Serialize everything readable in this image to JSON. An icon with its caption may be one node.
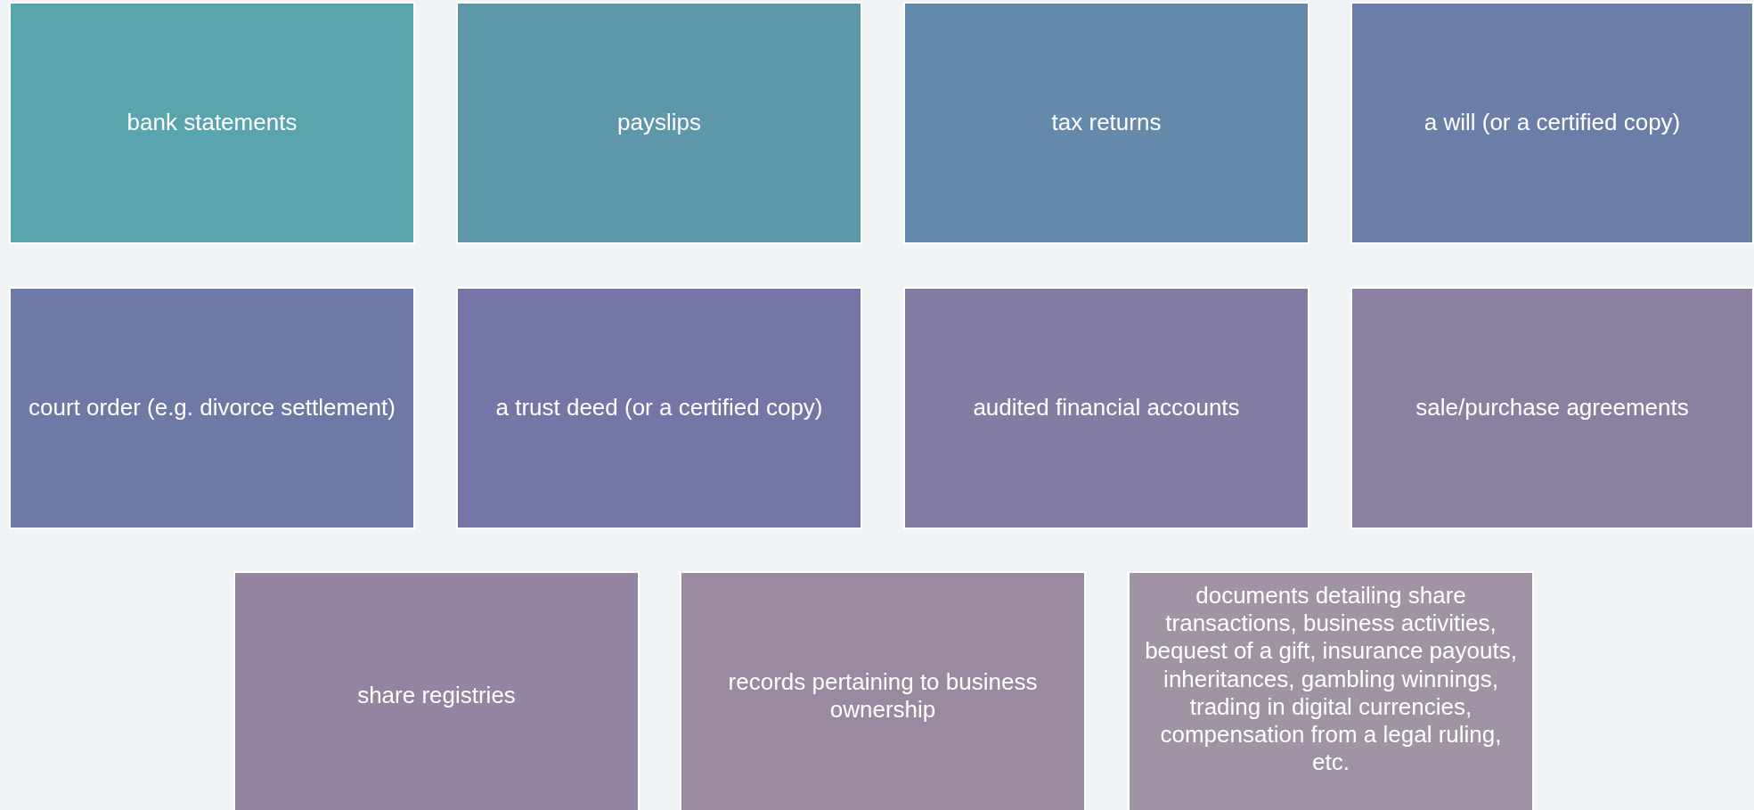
{
  "diagram": {
    "nodes": [
      {
        "text": [
          "bank statements"
        ]
      },
      {
        "text": [
          "payslips"
        ]
      },
      {
        "text": [
          "tax returns"
        ]
      },
      {
        "text": [
          "a will (or a certified copy)"
        ]
      },
      {
        "text": [
          "court order (e.g. divorce settlement)"
        ]
      },
      {
        "text": [
          "a trust deed (or a certified copy)"
        ]
      },
      {
        "text": [
          "audited financial accounts"
        ]
      },
      {
        "text": [
          "sale/purchase agreements"
        ]
      },
      {
        "text": [
          "share registries"
        ]
      },
      {
        "text": [
          "records pertaining to business ownership"
        ]
      },
      {
        "text": [
          "documents detailing share transactions, business activities, bequest of a gift, insurance payouts, inheritances, gambling winnings, trading in digital currencies, compensation from a legal ruling, etc."
        ]
      }
    ]
  }
}
